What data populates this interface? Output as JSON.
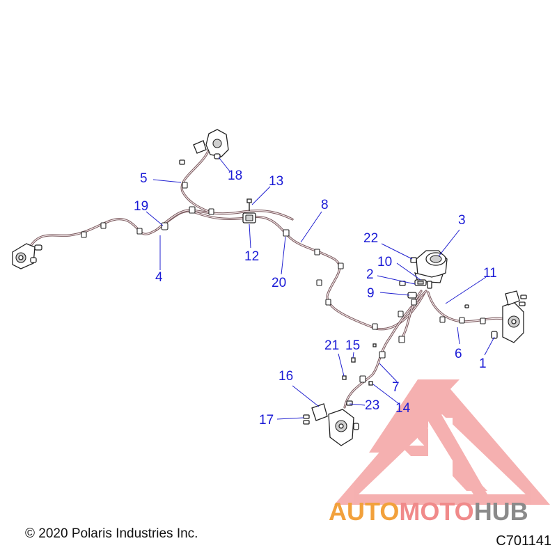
{
  "diagram": {
    "callouts": [
      "1",
      "2",
      "3",
      "4",
      "5",
      "6",
      "7",
      "8",
      "9",
      "10",
      "11",
      "12",
      "13",
      "14",
      "15",
      "16",
      "17",
      "18",
      "19",
      "20",
      "21",
      "22",
      "23"
    ]
  },
  "footer": {
    "copyright": "© 2020 Polaris Industries Inc.",
    "drawing_code": "C701141"
  },
  "watermark": {
    "part1": "AUTO",
    "part2": "MOTO",
    "part3": "HUB",
    "colors": {
      "auto": "#f2a13c",
      "moto": "#f08a8a",
      "hub": "#8a8a8a",
      "triangle": "#f07d7d"
    }
  }
}
